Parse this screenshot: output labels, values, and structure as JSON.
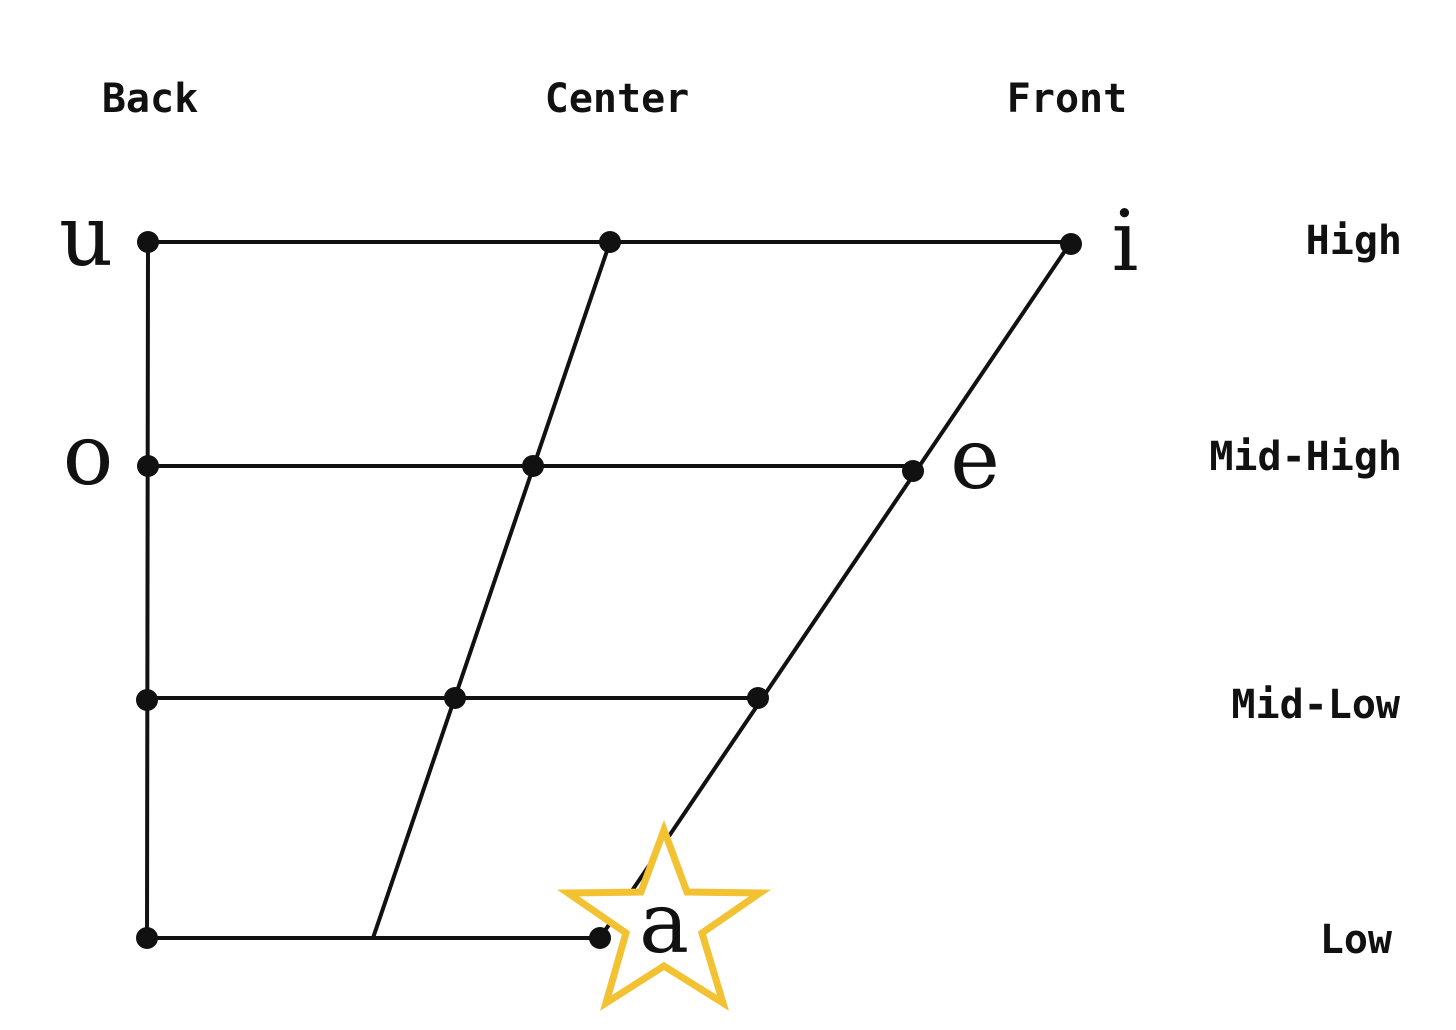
{
  "columns": {
    "back": "Back",
    "center": "Center",
    "front": "Front"
  },
  "rows": {
    "high": "High",
    "mid_high": "Mid-High",
    "mid_low": "Mid-Low",
    "low": "Low"
  },
  "vowels": {
    "u": "u",
    "o": "o",
    "i": "i",
    "e": "e",
    "a": "a"
  },
  "icons": {
    "highlight": "star-icon"
  },
  "colors": {
    "lines": "#111111",
    "highlight": "#f2c232"
  }
}
